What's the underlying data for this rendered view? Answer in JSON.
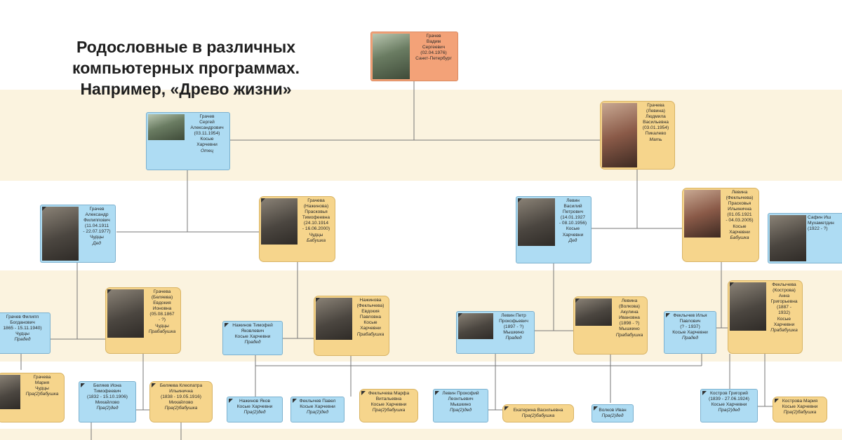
{
  "title_lines": [
    "Родословные в различных",
    "компьютерных программах.",
    "Например, «Древо жизни»"
  ],
  "cards": {
    "self": {
      "lines": [
        "Грачев",
        "Вадим",
        "Сергеевич",
        "(02.04.1976)",
        "Санкт-Петербург"
      ],
      "relation": ""
    },
    "father": {
      "lines": [
        "Грачев",
        "Сергей",
        "Александрович",
        "(03.11.1954)",
        "Косые",
        "Харчевни"
      ],
      "relation": "Отец"
    },
    "mother": {
      "lines": [
        "Грачева",
        "(Левина)",
        "Людмила",
        "Васильевна",
        "(03.01.1954)",
        "Пикалево"
      ],
      "relation": "Мать"
    },
    "gf_pat": {
      "lines": [
        "Грачев",
        "Александр",
        "Филиппович",
        "(11.04.1911",
        "- 22.07.1977)",
        "Чудцы"
      ],
      "relation": "Дед"
    },
    "gm_pat": {
      "lines": [
        "Грачева",
        "(Нажинова)",
        "Прасковья",
        "Тимофеевна",
        "(24.10.1914",
        "- 16.06.2000)",
        "Чудцы"
      ],
      "relation": "Бабушка"
    },
    "gf_mat": {
      "lines": [
        "Левин",
        "Василий",
        "Петрович",
        "(14.01.1927",
        "- 08.10.1956)",
        "Косые",
        "Харчевни"
      ],
      "relation": "Дед"
    },
    "gm_mat": {
      "lines": [
        "Левина",
        "(Феклычева)",
        "Прасковья",
        "Ильинична",
        "(01.05.1921",
        "- 04.03.2005)",
        "Косые",
        "Харчевни"
      ],
      "relation": "Бабушка"
    },
    "safin": {
      "lines": [
        "Сафин Иш",
        "Мухаметдин",
        "(1922 - ?)"
      ],
      "relation": ""
    },
    "filipp": {
      "lines": [
        "Грачев Филипп",
        "Богданович",
        "1865 - 15.11.1940)",
        "Чудцы"
      ],
      "relation": "Прадед"
    },
    "evdokia_b": {
      "lines": [
        "Грачева",
        "(Беляева)",
        "Евдокия",
        "Ионовна",
        "(05.08.1867",
        "- ?)",
        "Чудцы"
      ],
      "relation": "Прабабушка"
    },
    "timofey": {
      "lines": [
        "Нажинов Тимофей",
        "Яковлевич",
        "Косые Харчевни"
      ],
      "relation": "Прадед"
    },
    "evdokia_n": {
      "lines": [
        "Нажинова",
        "(Феклычева)",
        "Евдокия",
        "Павловна",
        "Косые",
        "Харчевни"
      ],
      "relation": "Прабабушка"
    },
    "petr": {
      "lines": [
        "Левин Петр",
        "Прокофьевич",
        "(1897 - ?)",
        "Мышкино"
      ],
      "relation": "Прадед"
    },
    "akulina": {
      "lines": [
        "Левина",
        "(Волкова)",
        "Акулина",
        "Ивановна",
        "(1898 - ?)",
        "Мышкино"
      ],
      "relation": "Прабабушка"
    },
    "ilya": {
      "lines": [
        "Феклычев Илья",
        "Павлович",
        "(? - 1937)",
        "Косые Харчевни"
      ],
      "relation": "Прадед"
    },
    "anna": {
      "lines": [
        "Феклычева",
        "(Кострова)",
        "Анна",
        "Григорьевна",
        "(1887 -",
        "1932)",
        "Косые",
        "Харчевни"
      ],
      "relation": "Прабабушка"
    },
    "maria_g": {
      "lines": [
        "Грачева",
        "Мария",
        "Чудцы"
      ],
      "relation": "Пра(2)бабушка"
    },
    "iona": {
      "lines": [
        "Беляев Иона",
        "Тимофеевич",
        "(1832 - 15.10.1906)",
        "Михайлово"
      ],
      "relation": "Пра(2)дед"
    },
    "kleopatra": {
      "lines": [
        "Беляева Клеопатра",
        "Ильинична",
        "(1838 - 19.05.1916)",
        "Михайлово"
      ],
      "relation": "Пра(2)бабушка"
    },
    "yakov": {
      "lines": [
        "Нажинов Яков",
        "Косые Харчевни"
      ],
      "relation": "Пра(2)дед"
    },
    "pavel": {
      "lines": [
        "Феклычев Павел",
        "Косые Харчевни"
      ],
      "relation": "Пра(2)дед"
    },
    "marfa": {
      "lines": [
        "Феклычева Марфа",
        "Витальевна",
        "Косые Харчевни"
      ],
      "relation": "Пра(2)бабушка"
    },
    "prokofiy": {
      "lines": [
        "Левин Прокофий",
        "Леонтьевич",
        "Мышкино"
      ],
      "relation": "Пра(2)дед"
    },
    "ekaterina": {
      "lines": [
        "Екатерина Васильевна"
      ],
      "relation": "Пра(2)бабушка"
    },
    "ivan": {
      "lines": [
        "Волков Иван"
      ],
      "relation": "Пра(2)дед"
    },
    "grigoriy": {
      "lines": [
        "Костров Григорий",
        "(1839 - 27.06.1924)",
        "Косые Харчевни"
      ],
      "relation": "Пра(2)дед"
    },
    "maria_k": {
      "lines": [
        "Кострова Мария",
        "Косые Харчевни"
      ],
      "relation": "Пра(2)бабушка"
    }
  }
}
